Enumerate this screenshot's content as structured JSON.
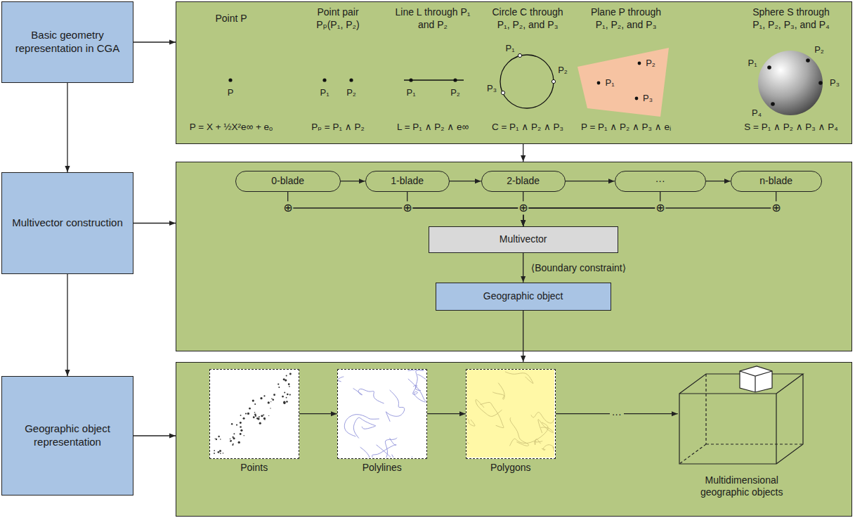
{
  "diagram": {
    "nodes": [
      {
        "text": [
          "Basic geometry representation in CGA"
        ]
      },
      {
        "text": [
          "Point P",
          "Point pair Pₚ(P₁, P₂)",
          "Line L through P₁ and P₂",
          "Circle C through P₁, P₂, and P₃",
          "Plane P through P₁, P₂, and P₃",
          "Sphere S through P₁, P₂, P₃, and P₄",
          "P = X + ½X²e∞ + eₒ",
          "Pₚ = P₁ ∧ P₂",
          "L = P₁ ∧ P₂ ∧ e∞",
          "C = P₁ ∧ P₂ ∧ P₃",
          "P = P₁ ∧ P₂ ∧ P₃ ∧ eᵢ",
          "S = P₁ ∧ P₂ ∧ P₃ ∧ P₄"
        ]
      },
      {
        "text": [
          "Multivector construction"
        ]
      },
      {
        "text": []
      },
      {
        "text": [
          "0-blade"
        ],
        "in": 3
      },
      {
        "text": [
          "1-blade"
        ],
        "in": 3
      },
      {
        "text": [
          "2-blade"
        ],
        "in": 3
      },
      {
        "text": [
          "···"
        ],
        "in": 3
      },
      {
        "text": [
          "n-blade"
        ],
        "in": 3
      },
      {
        "text": [
          "Multivector"
        ],
        "in": 3
      },
      {
        "text": [
          "Geographic object"
        ],
        "in": 3
      },
      {
        "text": [
          "Geographic object representation"
        ]
      },
      {
        "text": []
      },
      {
        "text": [
          "Points"
        ],
        "in": 12
      },
      {
        "text": [
          "Polylines"
        ],
        "in": 12
      },
      {
        "text": [
          "Polygons"
        ],
        "in": 12
      },
      {
        "text": [
          "Multidimensional geographic objects"
        ],
        "in": 12
      }
    ],
    "edges": [
      {
        "from": 0,
        "to": 2,
        "arrow": "to"
      },
      {
        "from": 2,
        "to": 11,
        "arrow": "to"
      },
      {
        "from": 0,
        "to": 1,
        "arrow": "to"
      },
      {
        "from": 2,
        "to": 3,
        "arrow": "to"
      },
      {
        "from": 11,
        "to": 12,
        "arrow": "to"
      },
      {
        "from": 1,
        "to": 3,
        "arrow": "to"
      },
      {
        "from": 4,
        "to": 5,
        "arrow": "to"
      },
      {
        "from": 5,
        "to": 6,
        "arrow": "to"
      },
      {
        "from": 6,
        "to": 7,
        "arrow": "to"
      },
      {
        "from": 7,
        "to": 8,
        "arrow": "to"
      },
      {
        "from": 4,
        "to": 9,
        "arrow": "to"
      },
      {
        "from": 5,
        "to": 9,
        "arrow": "to"
      },
      {
        "from": 6,
        "to": 9,
        "arrow": "to"
      },
      {
        "from": 7,
        "to": 9,
        "arrow": "to"
      },
      {
        "from": 8,
        "to": 9,
        "arrow": "to"
      },
      {
        "from": 9,
        "to": 10,
        "label": "⟨Boundary constraint⟩",
        "arrow": "to"
      },
      {
        "from": 10,
        "to": 12,
        "arrow": "to"
      },
      {
        "from": 13,
        "to": 14,
        "arrow": "to"
      },
      {
        "from": 14,
        "to": 15,
        "arrow": "to"
      },
      {
        "from": 15,
        "to": 16,
        "label": "···",
        "arrow": "to"
      }
    ],
    "labels": [
      "P",
      "P₁",
      "P₂",
      "P₁",
      "P₂",
      "P₁",
      "P₂",
      "P₃",
      "P₁",
      "P₂",
      "P₃",
      "P₁",
      "P₂",
      "P₃",
      "P₄",
      "⊕",
      "⊕",
      "⊕",
      "⊕",
      "⊕"
    ]
  }
}
